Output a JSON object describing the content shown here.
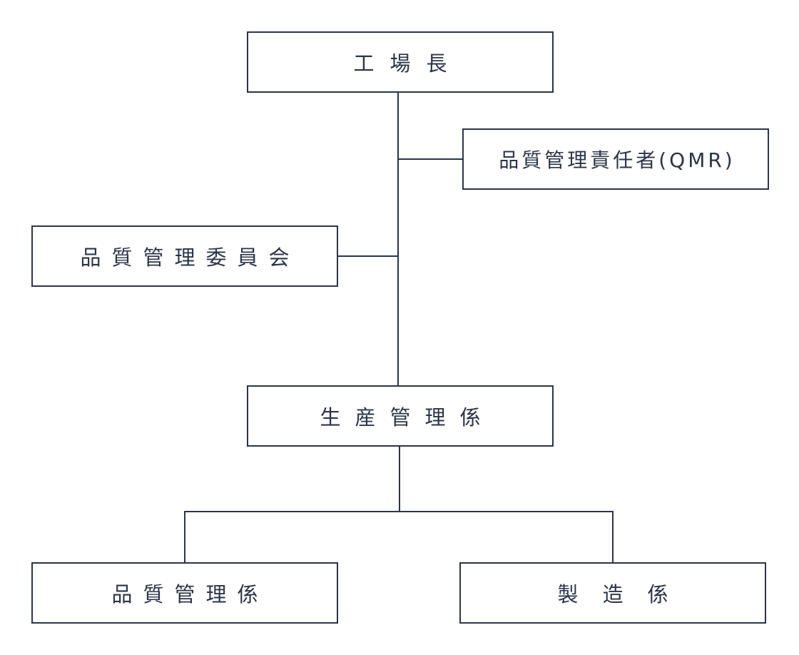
{
  "org_chart": {
    "plant_manager": "工場長",
    "quality_management_representative": "品質管理責任者(QMR)",
    "quality_committee": "品質管理委員会",
    "production_management": "生産管理係",
    "quality_control": "品質管理係",
    "manufacturing": "製造係"
  },
  "colors": {
    "line": "#2b3548",
    "text": "#2b3548",
    "background": "#ffffff"
  }
}
